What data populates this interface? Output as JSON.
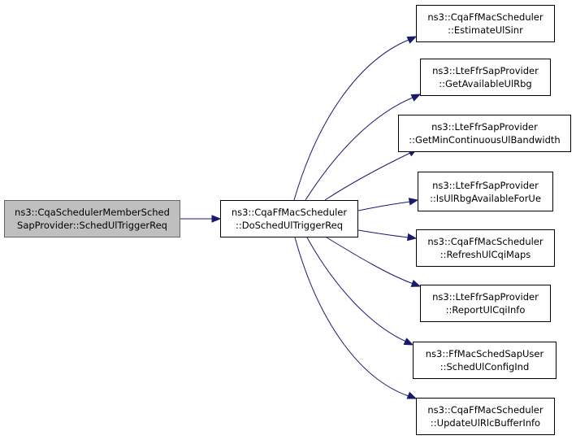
{
  "graph": {
    "root": {
      "line1": "ns3::CqaSchedulerMemberSched",
      "line2": "SapProvider::SchedUlTriggerReq"
    },
    "center": {
      "line1": "ns3::CqaFfMacScheduler",
      "line2": "::DoSchedUlTriggerReq"
    },
    "callees": [
      {
        "line1": "ns3::CqaFfMacScheduler",
        "line2": "::EstimateUlSinr"
      },
      {
        "line1": "ns3::LteFfrSapProvider",
        "line2": "::GetAvailableUlRbg"
      },
      {
        "line1": "ns3::LteFfrSapProvider",
        "line2": "::GetMinContinuousUlBandwidth"
      },
      {
        "line1": "ns3::LteFfrSapProvider",
        "line2": "::IsUlRbgAvailableForUe"
      },
      {
        "line1": "ns3::CqaFfMacScheduler",
        "line2": "::RefreshUlCqiMaps"
      },
      {
        "line1": "ns3::LteFfrSapProvider",
        "line2": "::ReportUlCqiInfo"
      },
      {
        "line1": "ns3::FfMacSchedSapUser",
        "line2": "::SchedUlConfigInd"
      },
      {
        "line1": "ns3::CqaFfMacScheduler",
        "line2": "::UpdateUlRlcBufferInfo"
      }
    ],
    "colors": {
      "edge": "#191970",
      "root_fill": "#bfbfbf",
      "root_border": "#666666",
      "node_border": "#000000"
    }
  }
}
